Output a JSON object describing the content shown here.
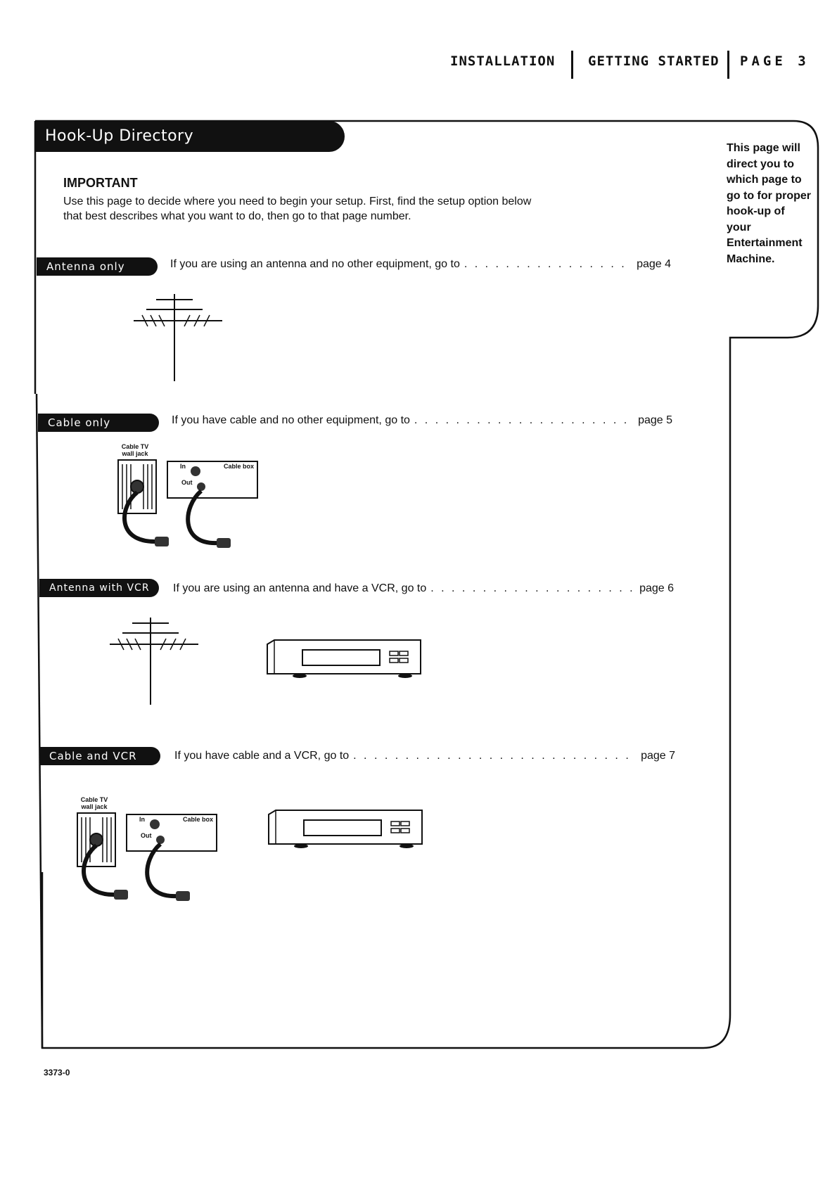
{
  "header": {
    "section": "INSTALLATION",
    "subsection": "GETTING STARTED",
    "page_label": "PAGE 3"
  },
  "title": "Hook-Up Directory",
  "important": {
    "heading": "IMPORTANT",
    "body": "Use this page to decide where you need to begin your setup. First, find the setup option below that best describes what you want to do, then go to that page number."
  },
  "sidebar_note": "This page will direct you to which page to go to for proper hook-up of your Entertainment Machine.",
  "sections": [
    {
      "label": "Antenna only",
      "text": "If you are using an antenna and no other equipment, go to",
      "page": "page 4"
    },
    {
      "label": "Cable only",
      "text": "If you have cable and no other equipment, go to",
      "page": "page 5"
    },
    {
      "label": "Antenna with VCR",
      "text": "If you are using an antenna and have a VCR, go to",
      "page": "page 6"
    },
    {
      "label": "Cable and VCR",
      "text": "If you have cable and a VCR, go to",
      "page": "page 7"
    }
  ],
  "diagram_labels": {
    "wall_jack": "Cable TV wall jack",
    "cable_box": "Cable box",
    "in": "In",
    "out": "Out"
  },
  "footer_code": "3373-0"
}
